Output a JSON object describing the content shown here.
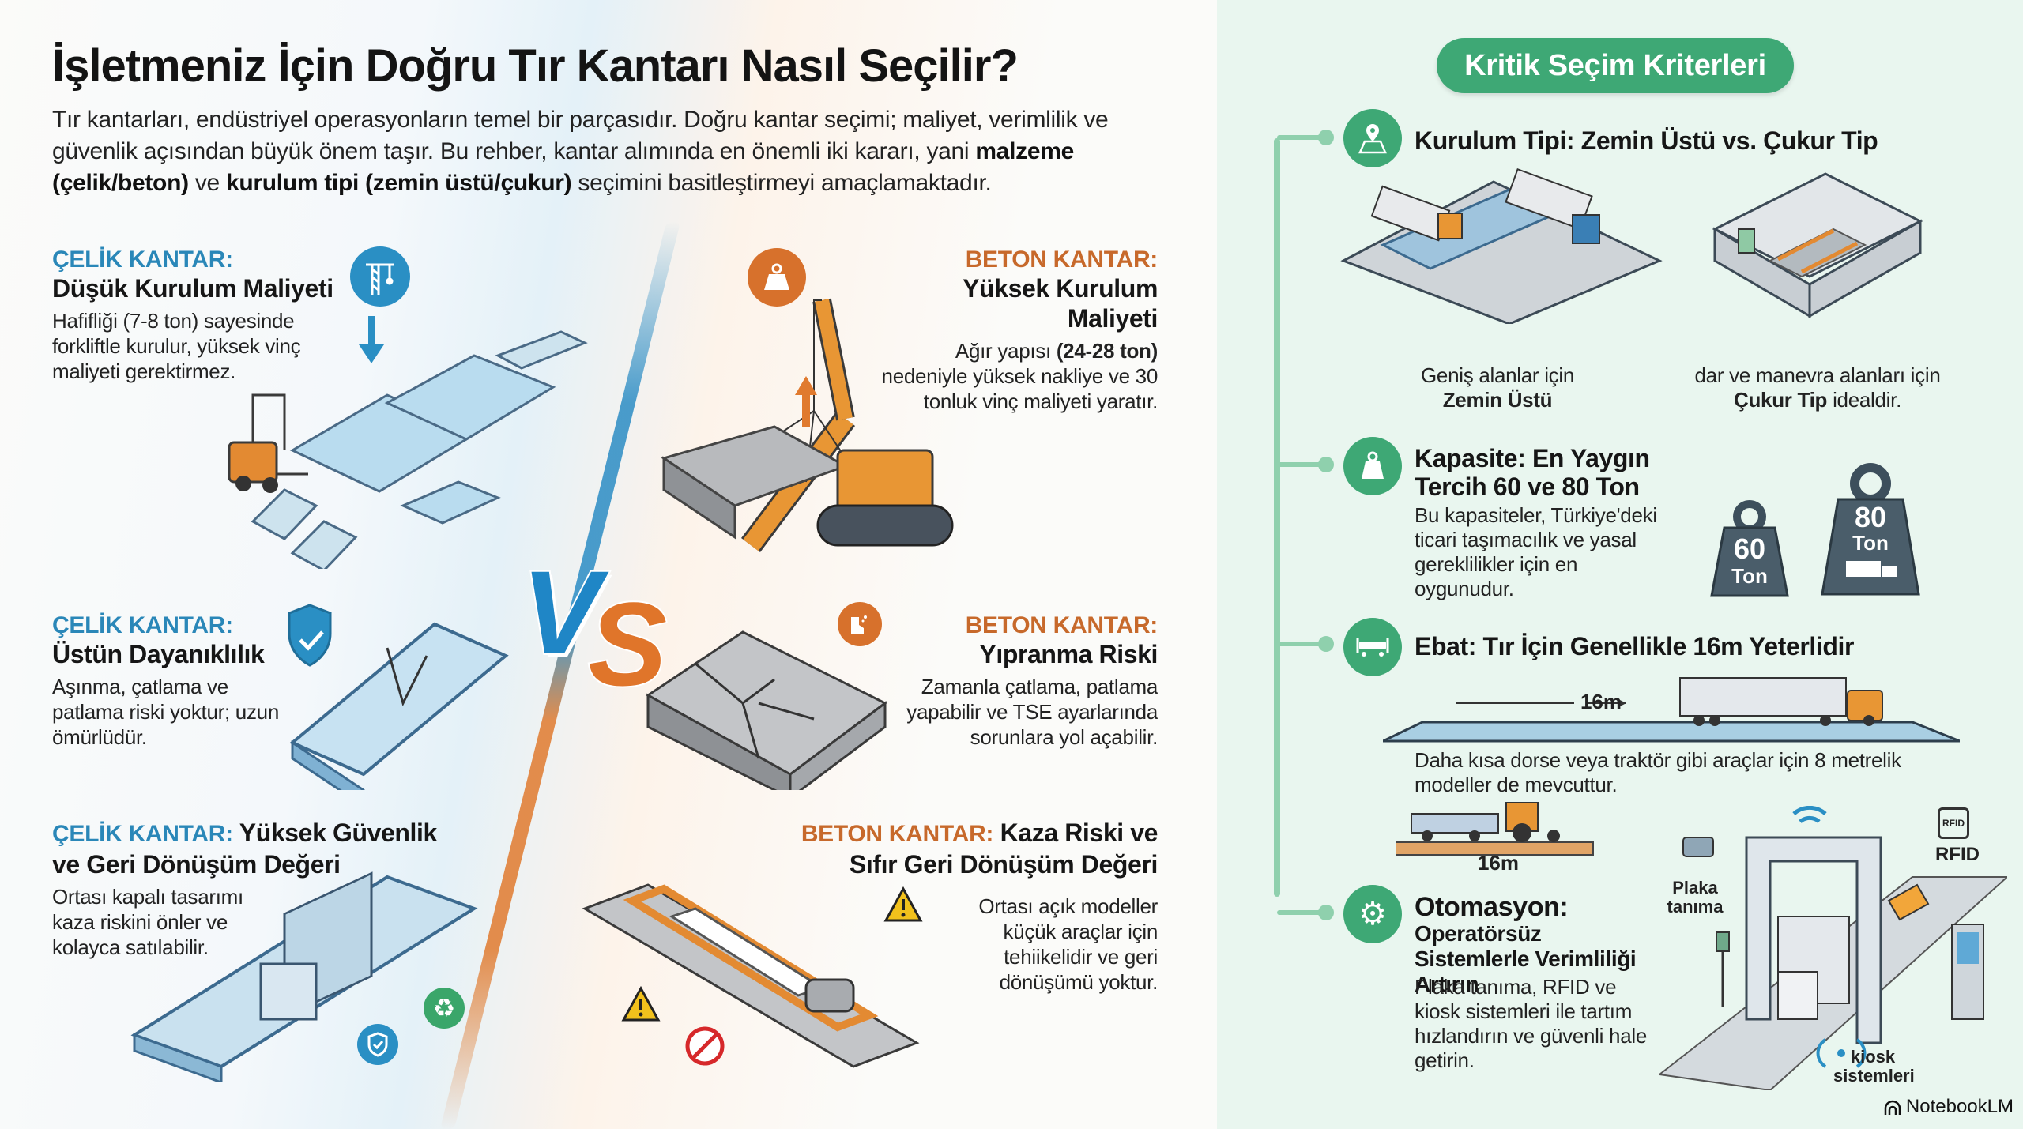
{
  "header": {
    "title": "İşletmeniz İçin Doğru Tır Kantarı Nasıl Seçilir?",
    "intro_parts": [
      "Tır kantarları, endüstriyel operasyonların temel bir parçasıdır. Doğru kantar seçimi; maliyet, verimlilik ve güvenlik açısından büyük önem taşır. Bu rehber, kantar alımında en önemli iki kararı, yani ",
      "malzeme (çelik/beton)",
      " ve ",
      "kurulum tipi (zemin üstü/çukur)",
      " seçimini basitleştirmeyi amaçlamaktadır."
    ]
  },
  "comparison": {
    "vs_v": "V",
    "vs_s": "S",
    "colors": {
      "steel": "#2a87b8",
      "concrete": "#c7692b"
    },
    "steel": [
      {
        "kicker": "ÇELİK KANTAR:",
        "heading": "Düşük Kurulum Maliyeti",
        "body_parts": [
          "Hafifliği (7-8 ton)",
          " sayesinde forkliftle kurulur, yüksek vinç maliyeti gerektirmez."
        ],
        "icon": "crane-icon"
      },
      {
        "kicker": "ÇELİK KANTAR:",
        "heading": "Üstün Dayanıklılık",
        "body": "Aşınma, çatlama ve patlama riski yoktur; uzun ömürlüdür.",
        "icon": "shield-check-icon"
      },
      {
        "kicker": "ÇELİK KANTAR:",
        "heading": "Yüksek Güvenlik ve Geri Dönüşüm Değeri",
        "body": "Ortası kapalı tasarımı kaza riskini önler ve kolayca satılabilir.",
        "icons": [
          "shield-check-icon",
          "recycle-icon"
        ]
      }
    ],
    "concrete": [
      {
        "kicker": "BETON KANTAR:",
        "heading": "Yüksek Kurulum Maliyeti",
        "body_parts": [
          "Ağır yapısı ",
          "(24-28 ton)",
          " nedeniyle yüksek nakliye ve 30 tonluk vinç maliyeti yaratır."
        ],
        "icon": "weight-icon"
      },
      {
        "kicker": "BETON KANTAR:",
        "heading": "Yıpranma Riski",
        "body": "Zamanla çatlama, patlama yapabilir ve TSE ayarlarında sorunlara yol açabilir.",
        "icon": "crumbling-wall-icon"
      },
      {
        "kicker": "BETON KANTAR:",
        "heading": "Kaza Riski ve Sıfır Geri Dönüşüm Değeri",
        "body": "Ortası açık modeller küçük araçlar için tehiikelidir ve geri dönüşümü yoktur.",
        "icons": [
          "warning-icon",
          "no-recycle-icon"
        ]
      }
    ]
  },
  "criteria": {
    "badge": "Kritik Seçim Kriterleri",
    "accent": "#3ea875",
    "items": [
      {
        "title": "Kurulum Tipi: Zemin Üstü vs. Çukur Tip",
        "icon": "map-pin-icon",
        "captions": [
          {
            "pre": "Geniş alanlar için",
            "bold": "Zemin Üstü",
            "post": ""
          },
          {
            "pre": "dar ve manevra alanları için ",
            "bold": "Çukur Tip",
            "post": " idealdir."
          }
        ]
      },
      {
        "title": "Kapasite: En Yaygın Tercih 60 ve 80 Ton",
        "icon": "weight-icon",
        "body": "Bu kapasiteler, Türkiye'deki ticari taşımacılık ve yasal gereklilikler için en oygunudur.",
        "weights": [
          {
            "value": "60",
            "unit": "Ton"
          },
          {
            "value": "80",
            "unit": "Ton"
          }
        ]
      },
      {
        "title": "Ebat: Tır İçin Genellikle 16m Yeterlidir",
        "icon": "scale-platform-icon",
        "dimension_label": "16m",
        "body": "Daha kısa dorse veya traktör gibi araçlar için 8 metrelik modeller de mevcuttur.",
        "dimension_label_2": "16m"
      },
      {
        "title": "Otomasyon:",
        "subtitle": "Operatörsüz Sistemlerle Verimliliği Artırın",
        "icon": "gears-icon",
        "body": "Plaka tanıma, RFID ve kiosk sistemleri ile tartım hızlandırın ve güvenli hale getirin.",
        "labels": {
          "plate": "Plaka tanıma",
          "rfid_tag": "RFID",
          "rfid": "RFID",
          "kiosk": "kiosk sistemleri"
        }
      }
    ]
  },
  "footer": {
    "brand": "NotebookLM"
  }
}
